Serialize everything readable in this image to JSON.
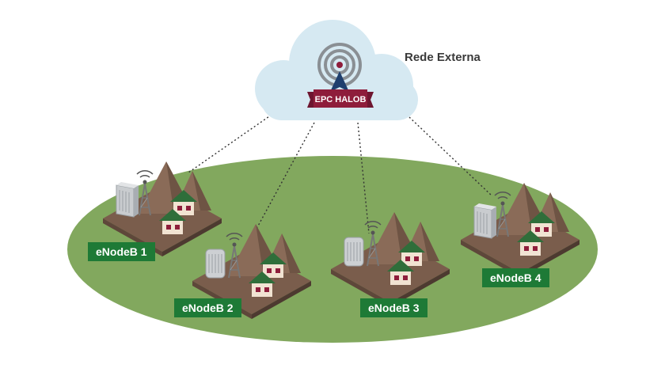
{
  "external_network_label": "Rede Externa",
  "epc_label": "EPC HALOB",
  "colors": {
    "field": "#82a85e",
    "cloud": "#d6e9f2",
    "banner": "#8e1d3b",
    "label_bg": "#1e7a36",
    "ground": "#7a5d4c",
    "house_roof": "#2f6e3a",
    "house_wall": "#f1e3d2",
    "link": "#333333"
  },
  "nodes": [
    {
      "label": "eNodeB 1",
      "icon": "base-station-cabinet-icon"
    },
    {
      "label": "eNodeB 2",
      "icon": "base-station-outdoor-unit-icon"
    },
    {
      "label": "eNodeB 3",
      "icon": "base-station-outdoor-unit-icon"
    },
    {
      "label": "eNodeB 4",
      "icon": "base-station-cabinet-icon"
    }
  ]
}
